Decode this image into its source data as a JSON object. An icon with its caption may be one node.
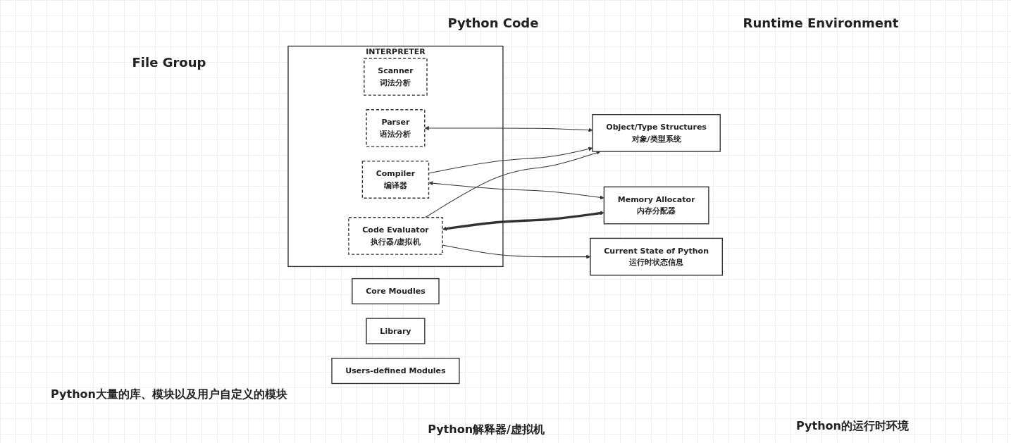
{
  "diagram": {
    "nodes": [
      {
        "text": [
          "Core Moudles"
        ]
      },
      {
        "text": [
          "Library"
        ]
      },
      {
        "text": [
          "Users-defined Modules"
        ]
      },
      {
        "text": [
          "INTERPRETER"
        ]
      },
      {
        "text": [
          "Scanner",
          "词法分析"
        ],
        "in": 3
      },
      {
        "text": [
          "Parser",
          "语法分析"
        ],
        "in": 3
      },
      {
        "text": [
          "Compiler",
          "编译器"
        ],
        "in": 3
      },
      {
        "text": [
          "Code Evaluator",
          "执行器/虚拟机"
        ],
        "in": 3
      },
      {
        "text": [
          "Object/Type Structures",
          "对象/类型系统"
        ]
      },
      {
        "text": [
          "Memory Allocator",
          "内存分配器"
        ]
      },
      {
        "text": [
          "Current State of Python",
          "运行时状态信息"
        ]
      }
    ],
    "edges": [
      {
        "from": 5,
        "to": 8,
        "arrow": "both"
      },
      {
        "from": 6,
        "to": 8,
        "arrow": "to"
      },
      {
        "from": 6,
        "to": 9,
        "arrow": "both"
      },
      {
        "from": 7,
        "to": 8,
        "arrow": "to"
      },
      {
        "from": 7,
        "to": 9,
        "arrow": "both",
        "style": "thick"
      },
      {
        "from": 7,
        "to": 10,
        "arrow": "to"
      }
    ],
    "labels": [
      "Python Code",
      "Runtime Environment",
      "File Group",
      "Python大量的库、模块以及用户自定义的模块",
      "Python解释器/虚拟机",
      "Python的运行时环境"
    ]
  }
}
